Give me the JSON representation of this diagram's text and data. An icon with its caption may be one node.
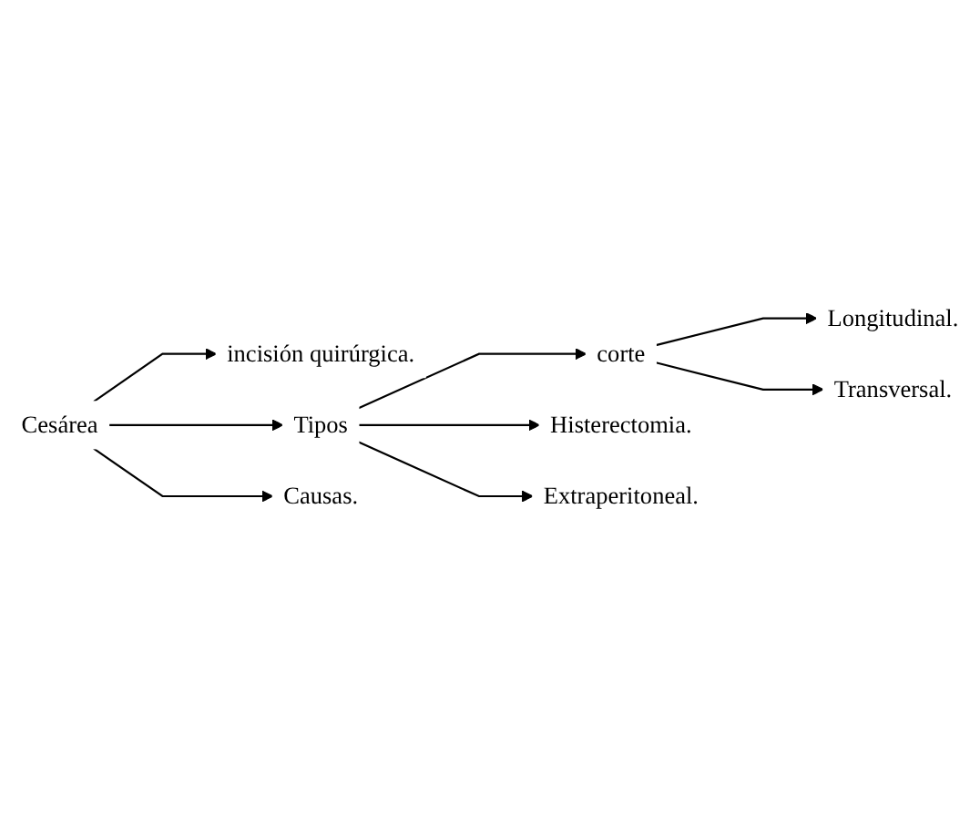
{
  "diagram": {
    "nodes": [
      {
        "text": [
          "Cesárea"
        ]
      },
      {
        "text": [
          "incisión quirúrgica."
        ]
      },
      {
        "text": [
          "Tipos"
        ]
      },
      {
        "text": [
          "corte"
        ]
      },
      {
        "text": [
          "Longitudinal."
        ]
      },
      {
        "text": [
          "Transversal."
        ]
      },
      {
        "text": [
          "Histerectomia."
        ]
      },
      {
        "text": [
          "Extraperitoneal."
        ]
      },
      {
        "text": [
          "Causas."
        ]
      }
    ],
    "edges": [
      {
        "from": 0,
        "to": 1,
        "arrow": "to"
      },
      {
        "from": 0,
        "to": 2,
        "arrow": "to"
      },
      {
        "from": 0,
        "to": 8,
        "arrow": "to"
      },
      {
        "from": 2,
        "to": 3,
        "arrow": "to"
      },
      {
        "from": 2,
        "to": 6,
        "arrow": "to"
      },
      {
        "from": 2,
        "to": 7,
        "arrow": "to"
      },
      {
        "from": 3,
        "to": 4,
        "arrow": "to"
      },
      {
        "from": 3,
        "to": 5,
        "arrow": "to"
      }
    ]
  }
}
